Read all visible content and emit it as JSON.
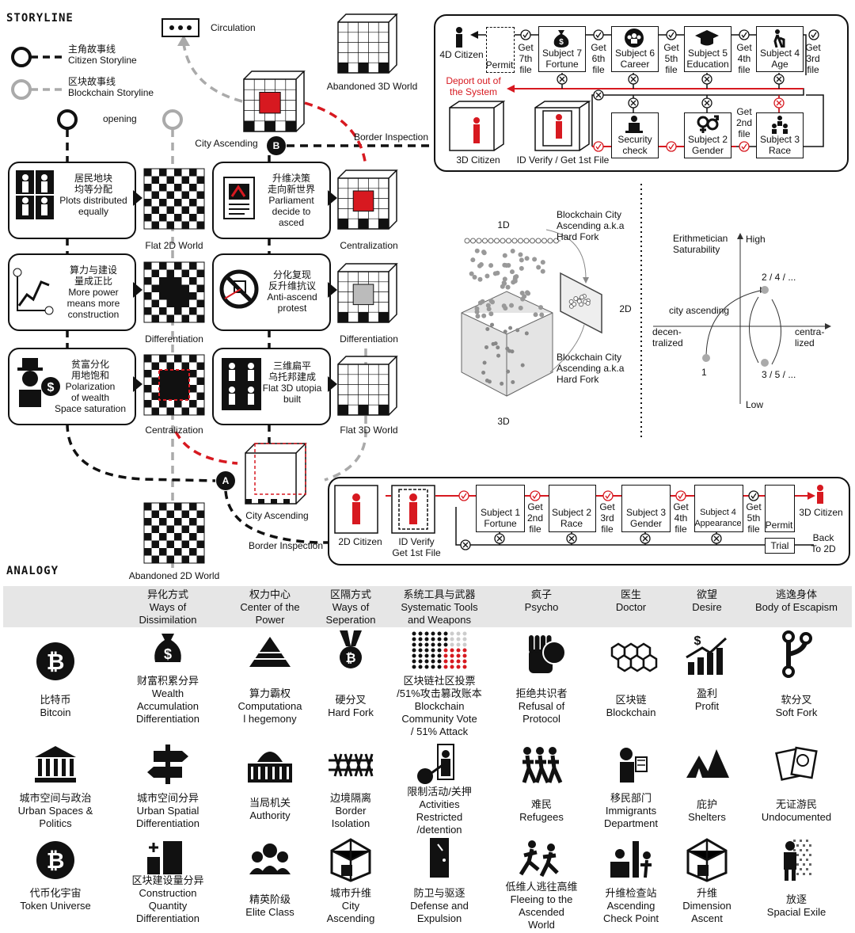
{
  "headings": {
    "storyline": "STORYLINE",
    "analogy": "ANALOGY"
  },
  "legend": {
    "circulation": "Circulation",
    "citizen": "主角故事线\nCitizen Storyline",
    "blockchain": "区块故事线\nBlockchain Storyline",
    "opening": "opening"
  },
  "nodes": {
    "a": "A",
    "b": "B"
  },
  "labels": {
    "flat2d": "Flat 2D World",
    "diff1": "Differentiation",
    "cent1": "Centralization",
    "cent2": "Centralization",
    "diff2": "Differentiation",
    "flat3d": "Flat 3D World",
    "abandoned3d": "Abandoned 3D World",
    "abandoned2d": "Abandoned 2D World",
    "cityAscTop": "City Ascending",
    "cityAscBot": "City Ascending",
    "borderTop": "Border Inspection",
    "borderBot": "Border Inspection"
  },
  "storyBoxes": {
    "plots": "居民地块\n均等分配\nPlots distributed\nequally",
    "power": "算力与建设\n量成正比\nMore power\nmeans more\nconstruction",
    "wealth": "贫富分化\n用地饱和\nPolarization\nof wealth\nSpace saturation",
    "parliament": "升维决策\n走向新世界\nParliament\ndecide to\nasced",
    "protest": "分化复现\n反升维抗议\nAnti-ascend\nprotest",
    "utopia": "三维扁平\n乌托邦建成\nFlat 3D utopia\nbuilt"
  },
  "topProcess": {
    "citizen4d": "4D Citizen",
    "permit": "Permit",
    "get7": "Get\n7th\nfile",
    "s7": "Subject 7\nFortune",
    "get6": "Get\n6th\nfile",
    "s6": "Subject 6\nCareer",
    "get5": "Get\n5th\nfile",
    "s5": "Subject 5\nEducation",
    "get4": "Get\n4th\nfile",
    "s4": "Subject 4\nAge",
    "get3": "Get\n3rd\nfile",
    "deport": "Deport out of\nthe System",
    "citizen3d": "3D Citizen",
    "idverify": "ID Verify / Get 1st File",
    "security": "Security\ncheck",
    "s2": "Subject 2\nGender",
    "get2": "Get\n2nd\nfile",
    "s3": "Subject 3\nRace"
  },
  "bottomProcess": {
    "citizen2d": "2D Citizen",
    "idverify": "ID Verify\nGet 1st File",
    "s1": "Subject 1\nFortune",
    "get2": "Get\n2nd\nfile",
    "s2": "Subject 2\nRace",
    "get3": "Get\n3rd\nfile",
    "s3": "Subject 3\nGender",
    "get4": "Get\n4th\nfile",
    "s4": "Subject 4\nAppearance",
    "get5": "Get\n5th\nfile",
    "permit": "Permit",
    "citizen3d": "3D Citizen",
    "trial": "Trial",
    "back": "Back\nTo 2D"
  },
  "dimension": {
    "d1": "1D",
    "d2": "2D",
    "d3": "3D",
    "fork1": "Blockchain City\nAscending a.k.a\nHard Fork",
    "fork2": "Blockchain City\nAscending a.k.a\nHard Fork"
  },
  "axes": {
    "yTitle": "Erithmetician\nSaturability",
    "high": "High",
    "low": "Low",
    "left": "decen-\ntralized",
    "right": "centra-\nlized",
    "curve": "city ascending",
    "p1": "1",
    "p24": "2 / 4 / ...",
    "p35": "3 / 5 / ..."
  },
  "table": {
    "headers": [
      "异化方式\nWays of\nDissimilation",
      "权力中心\nCenter of the\nPower",
      "区隔方式\nWays of\nSeperation",
      "系统工具与武器\nSystematic Tools\nand Weapons",
      "疯子\nPsycho",
      "医生\nDoctor",
      "欲望\nDesire",
      "逃逸身体\nBody of Escapism"
    ],
    "row1": [
      "比特币\nBitcoin",
      "财富积累分异\nWealth\nAccumulation\nDifferentiation",
      "算力霸权\nComputationa\nl hegemony",
      "硬分叉\nHard Fork",
      "区块链社区投票\n/51%攻击篡改账本\nBlockchain\nCommunity Vote\n/ 51% Attack",
      "拒绝共识者\nRefusal of\nProtocol",
      "区块链\nBlockchain",
      "盈利\nProfit",
      "软分叉\nSoft Fork"
    ],
    "row2": [
      "城市空间与政治\nUrban Spaces &\nPolitics",
      "城市空间分异\nUrban Spatial\nDifferentiation",
      "当局机关\nAuthority",
      "边境隔离\nBorder\nIsolation",
      "限制活动/关押\nActivities\nRestricted\n/detention",
      "难民\nRefugees",
      "移民部门\nImmigrants\nDepartment",
      "庇护\nShelters",
      "无证游民\nUndocumented"
    ],
    "row3": [
      "代币化宇宙\nToken Universe",
      "区块建设量分异\nConstruction\nQuantity\nDifferentiation",
      "精英阶级\nElite Class",
      "城市升维\nCity\nAscending",
      "防卫与驱逐\nDefense and\nExpulsion",
      "低维人逃往高维\nFleeing to the\nAscended\nWorld",
      "升维检查站\nAscending\nCheck Point",
      "升维\nDimension\nAscent",
      "放逐\nSpacial Exile"
    ]
  },
  "colors": {
    "accent": "#d71920",
    "dash": "#aaaaaa",
    "ink": "#111111"
  }
}
